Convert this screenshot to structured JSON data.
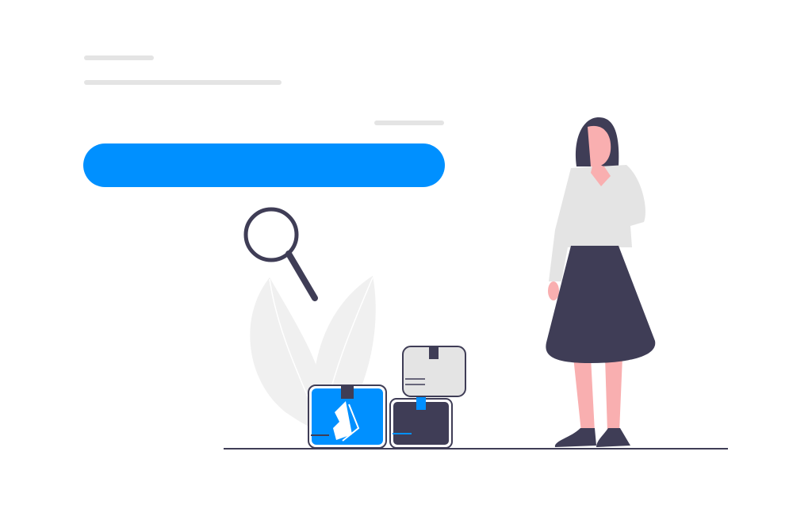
{
  "illustration": {
    "subject": "search-empty-state",
    "colors": {
      "accent": "#0090ff",
      "dark": "#3f3d56",
      "placeholder": "#e4e4e4",
      "leaf": "#f0f0f0",
      "skin": "#f9afb0",
      "shirt": "#e4e4e4"
    },
    "icons": [
      "magnifier-icon",
      "leaf-decoration",
      "package-box-icon",
      "person-figure"
    ]
  }
}
